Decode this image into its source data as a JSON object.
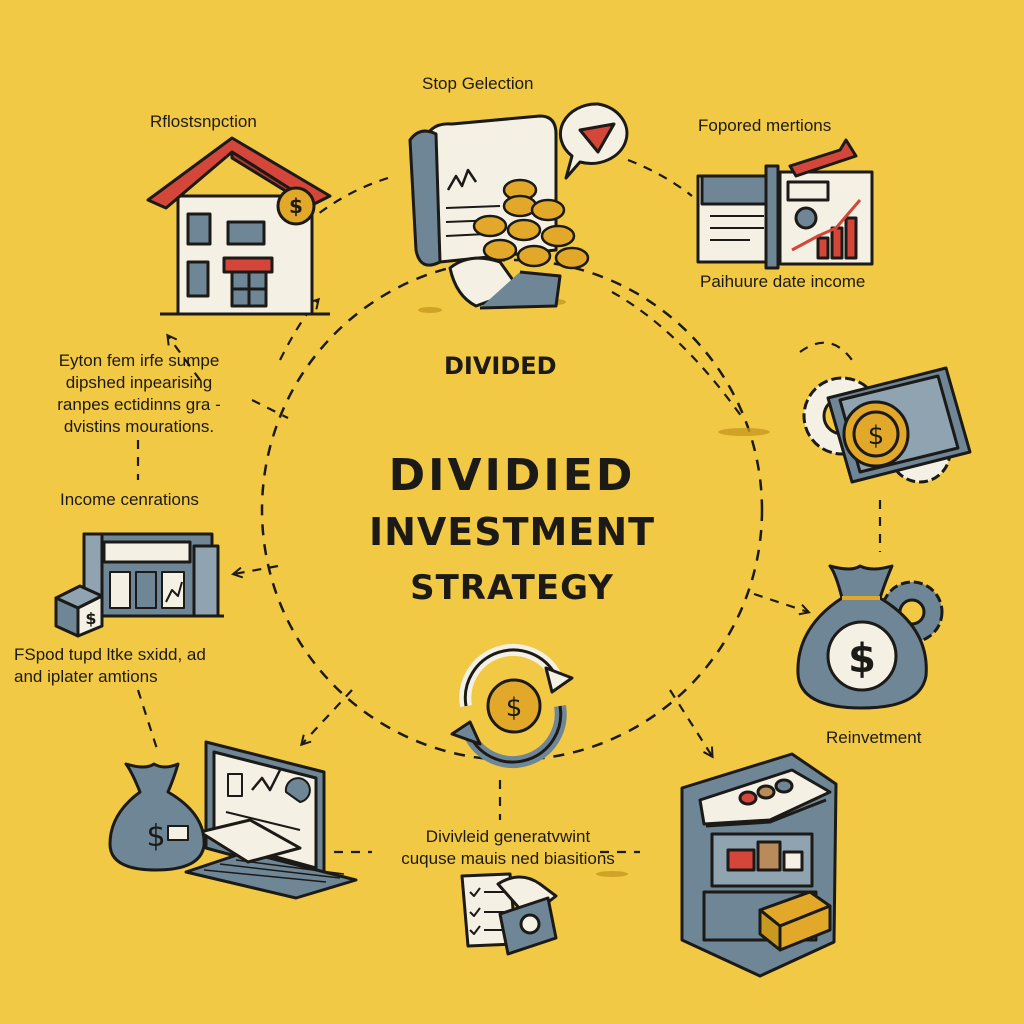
{
  "colors": {
    "background": "#f2c945",
    "ink": "#1c1a17",
    "slate": "#6e8696",
    "red": "#d4463a",
    "gold": "#e2a82a",
    "paper": "#f4f0e4"
  },
  "center": {
    "top_label": "DIVIDED",
    "title_line1": "DIVIDIED",
    "title_line2": "INVESTMENT",
    "title_line3": "STRATEGY"
  },
  "labels": {
    "top_left": "Rflostsnpction",
    "top_center": "Stop Gelection",
    "top_right": "Fopored mertions",
    "right_upper": "Paihuure date income",
    "left_desc": "Eyton fem irfe sumpe\ndipshed inpearising\nranpes ectidinns gra -\ndvistins mourations.",
    "left_mid": "Income cenrations",
    "left_lower": "FSpod tupd ltke sxidd, ad\nand iplater amtions",
    "right_lower": "Reinvetment",
    "bottom_center": "Divivleid generatvwint\ncuquse mauis ned biasitions"
  },
  "icons": {
    "house": "house-with-coin-icon",
    "scroll": "scroll-with-coins-icon",
    "chat": "chat-bubble-arrow-icon",
    "report": "financial-report-chart-icon",
    "gears_bill": "gears-banknote-coin-icon",
    "money_bag": "money-bag-gear-icon",
    "shop": "market-stall-icon",
    "cycle": "dollar-cycle-icon",
    "document_bill": "document-checklist-banknote-icon",
    "computer": "computer-chart-icon",
    "small_bag": "small-money-bag-icon",
    "terminal": "trading-terminal-icon",
    "box": "dollar-box-icon"
  }
}
